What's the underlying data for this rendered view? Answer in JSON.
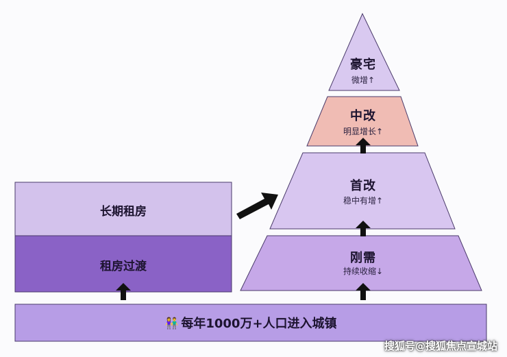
{
  "left_stack": {
    "upper_label": "长期租房",
    "lower_label": "租房过渡"
  },
  "pyramid": {
    "tiers": [
      {
        "title": "豪宅",
        "subtitle": "微增↑"
      },
      {
        "title": "中改",
        "subtitle": "明显增长↑"
      },
      {
        "title": "首改",
        "subtitle": "稳中有增↑"
      },
      {
        "title": "刚需",
        "subtitle": "持续收缩↓"
      }
    ]
  },
  "base": {
    "emoji": "👫",
    "label": "每年1000万+人口进入城镇"
  },
  "watermark": "搜狐号@搜狐焦点宣城站",
  "colors": {
    "left_upper": "#d3c2ec",
    "left_lower": "#8a62c6",
    "base": "#b79de6",
    "tier_top": "#d9c9f0",
    "tier_middle": "#f0bcb4",
    "tier_first_upgrade": "#d8c6f0",
    "tier_bottom": "#c6a8e8",
    "arrow": "#111111"
  }
}
